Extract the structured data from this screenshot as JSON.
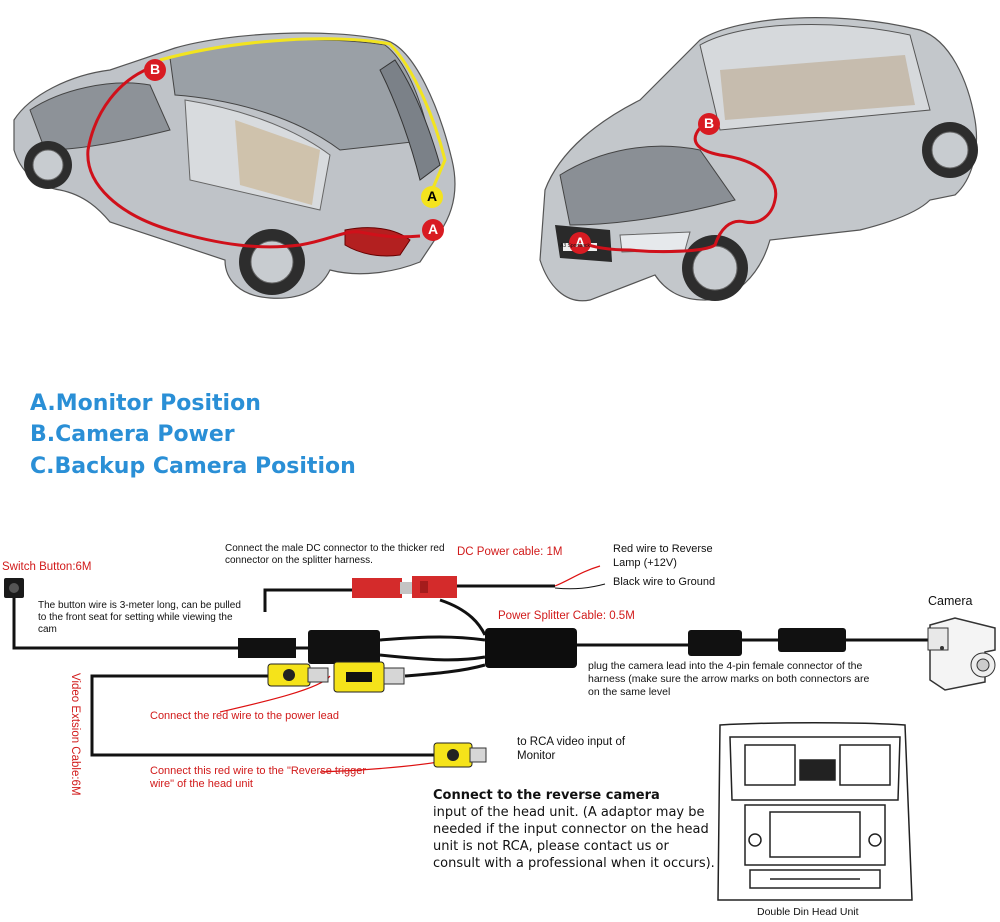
{
  "car_left": {
    "marker_b": "B",
    "marker_a_top": "A",
    "marker_a_bottom": "A"
  },
  "car_right": {
    "marker_b": "B",
    "marker_a": "A",
    "plate": "A3 Sportback"
  },
  "legend": {
    "a": "A.Monitor Position",
    "b": "B.Camera Power",
    "c": "C.Backup Camera Position"
  },
  "wiring": {
    "switch_button_label": "Switch Button:6M",
    "switch_note": "The button wire is 3-meter long, can be pulled to the front seat for setting while viewing the cam",
    "dc_connect_note": "Connect the male DC connector to the thicker red  connector on the splitter harness.",
    "dc_power_label": "DC Power cable: 1M",
    "red_wire_note": "Red wire to Reverse Lamp (+12V)",
    "black_wire_note": "Black wire to Ground",
    "splitter_label": "Power Splitter Cable: 0.5M",
    "camera_label": "Camera",
    "plug_note": "plug the camera lead into the 4-pin female connector of the harness (make sure the arrow marks on both connectors are on the same level",
    "video_ext_label": "Video Extsion Cable:6M",
    "red_power_note": "Connect the red wire to the power lead",
    "rca_note": "to  RCA video input of Monitor",
    "reverse_trigger_note": "Connect this red wire to the \"Reverse trigger wire\" of the head unit",
    "head_unit_note_title": "Connect to the reverse camera",
    "head_unit_note_body": "input of the head unit. (A adaptor may be needed if the input connector on the head unit is not RCA, please contact us or consult with a professional when it occurs).",
    "head_unit_label": "Double Din Head Unit"
  }
}
